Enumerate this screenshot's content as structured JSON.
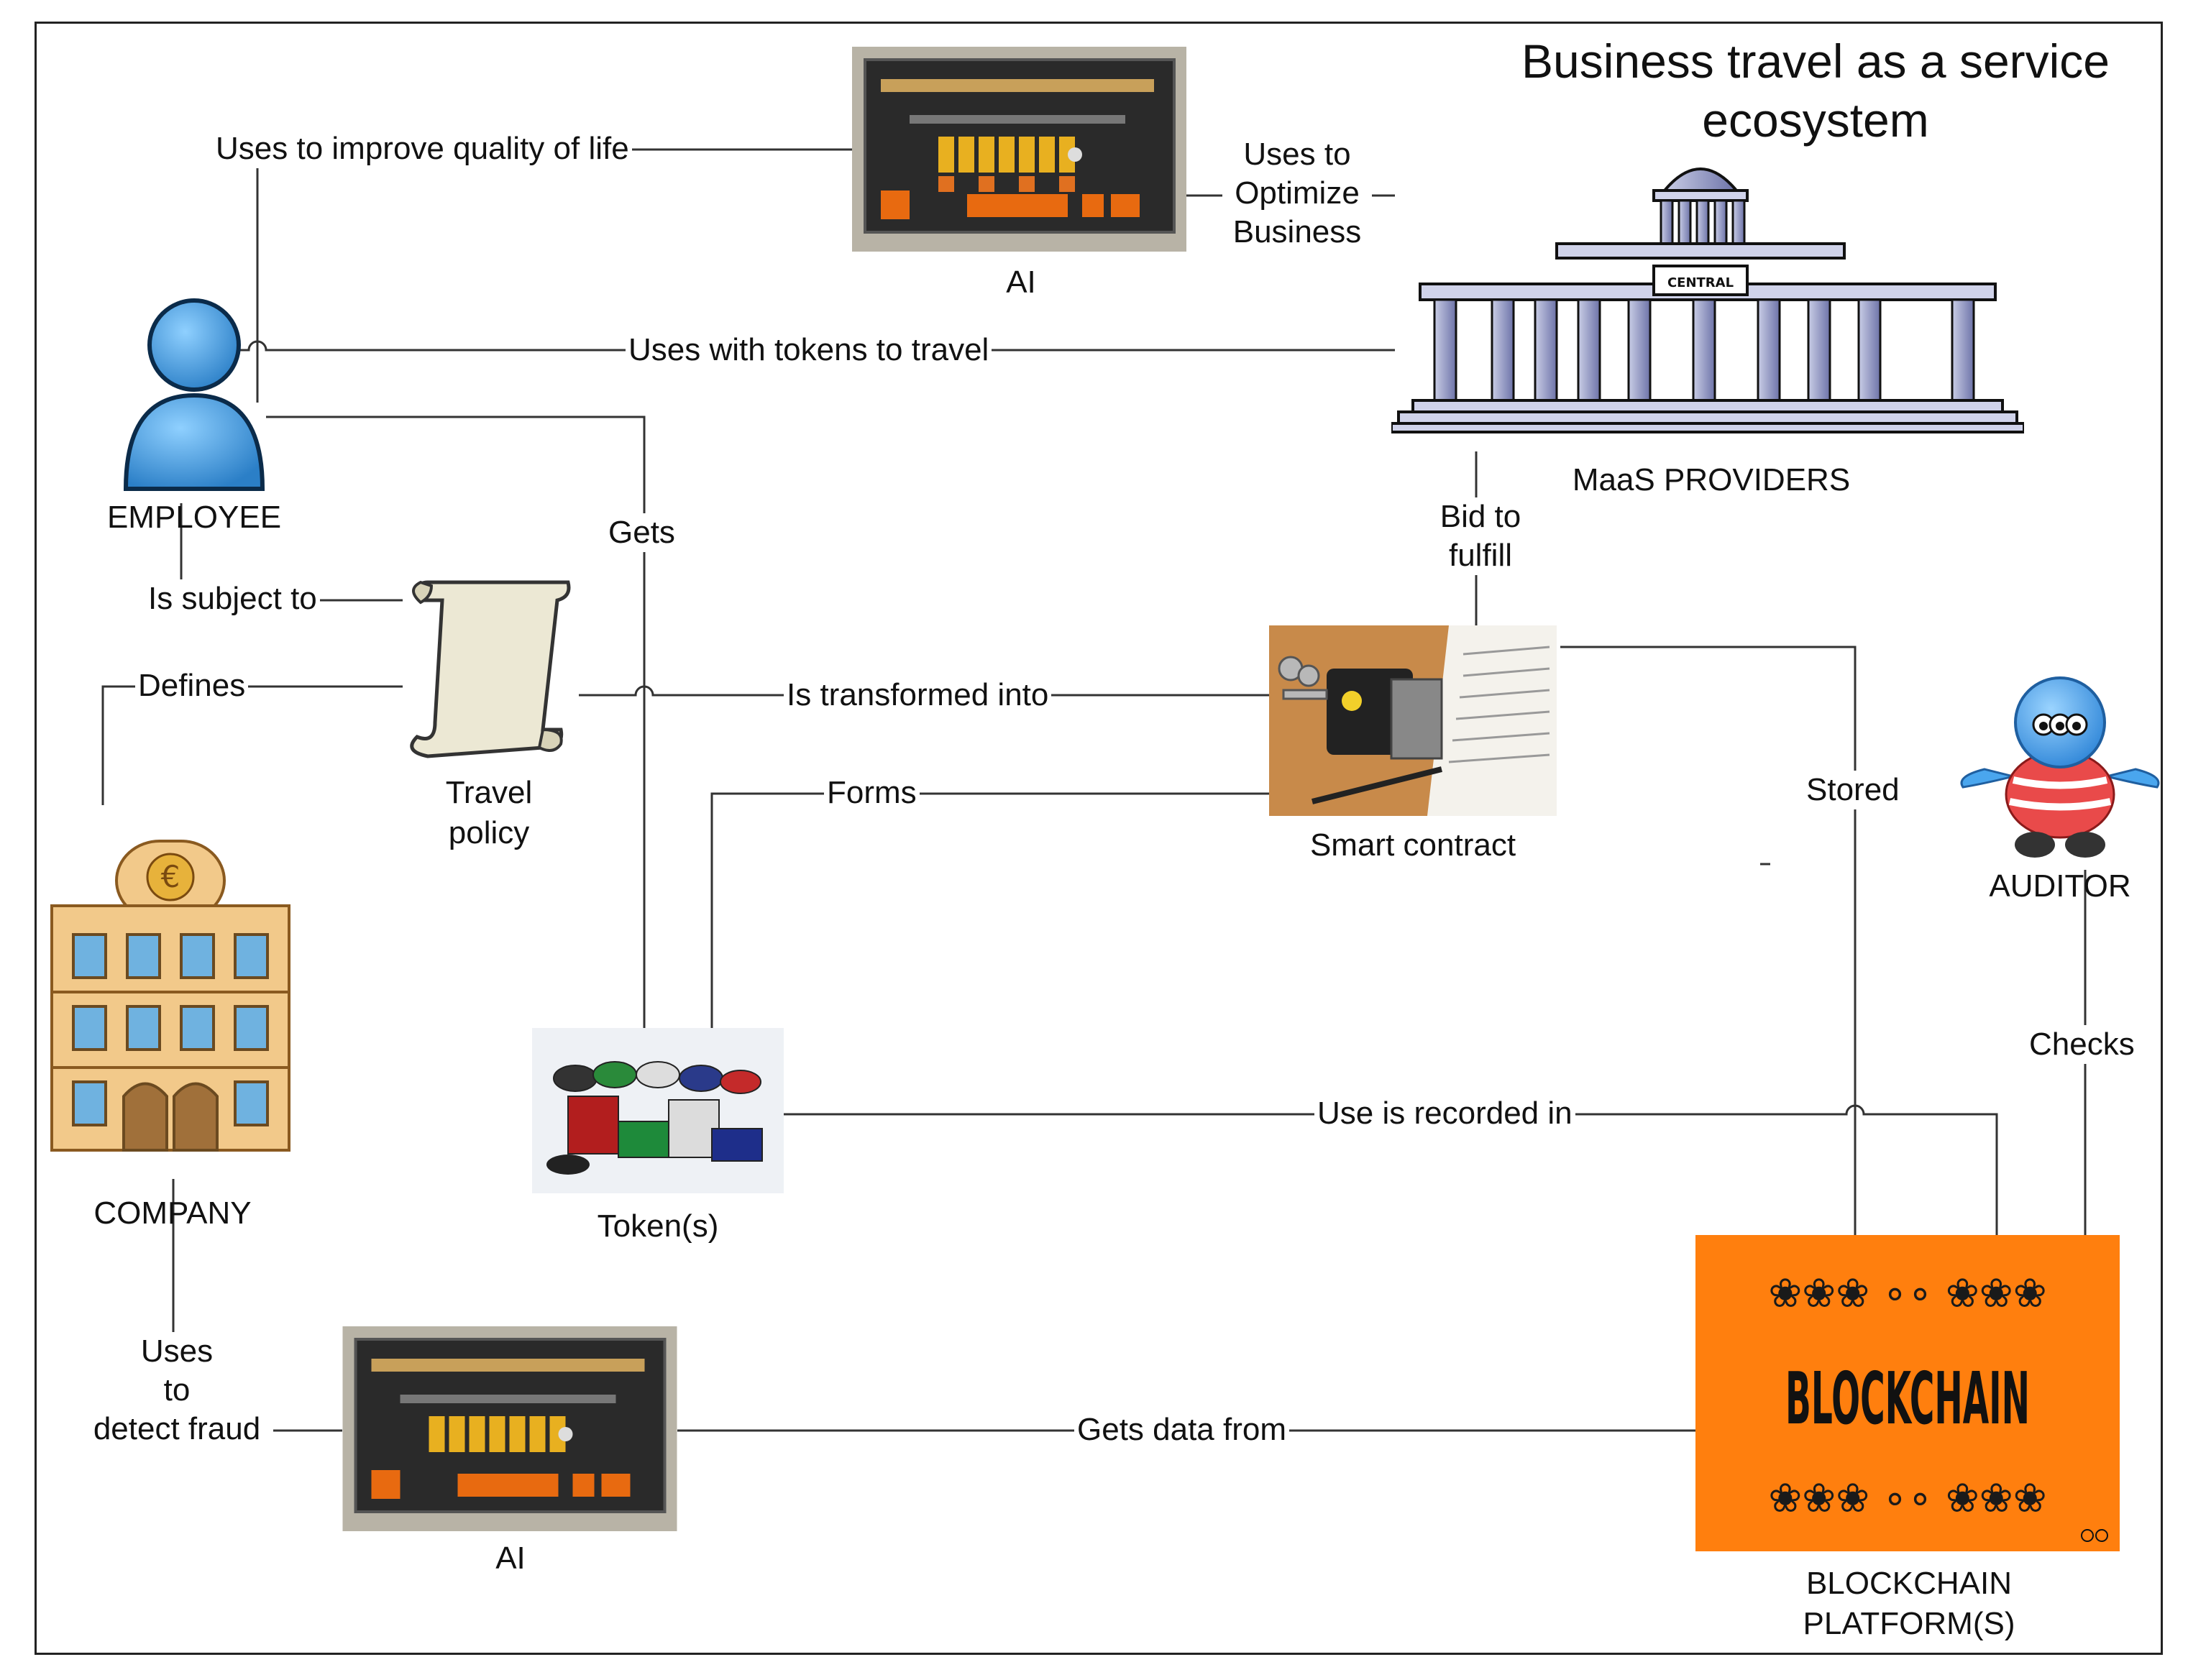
{
  "title": "Business travel as a service ecosystem",
  "nodes": {
    "employee": "EMPLOYEE",
    "company": "COMPANY",
    "travel_policy": [
      "Travel",
      "policy"
    ],
    "ai_top": "AI",
    "ai_bottom": "AI",
    "maas": "MaaS PROVIDERS",
    "maas_sign": "CENTRAL",
    "smart_contract": "Smart contract",
    "tokens": "Token(s)",
    "auditor": "AUDITOR",
    "blockchain": [
      "BLOCKCHAIN",
      "PLATFORM(S)"
    ],
    "blockchain_word": "BLOCKCHAIN"
  },
  "edges": {
    "improve_quality": "Uses to improve quality of life",
    "optimize_business": [
      "Uses to",
      "Optimize",
      "Business"
    ],
    "tokens_travel": "Uses with tokens to travel",
    "gets": "Gets",
    "bid_fulfill": [
      "Bid to",
      "fulfill"
    ],
    "subject_to": "Is subject to",
    "defines": "Defines",
    "transformed": "Is transformed into",
    "forms": "Forms",
    "stored": "Stored",
    "checks": "Checks",
    "recorded": "Use is recorded in",
    "detect_fraud": [
      "Uses",
      "to",
      "detect fraud"
    ],
    "gets_data": "Gets data from"
  },
  "colors": {
    "blockchain_bg": "#ff7f0e",
    "employee_blue": "#3a8fd6",
    "company_tan": "#f2c98a",
    "ai_panel": "#2a2a2a"
  },
  "icons": {
    "employee": "person-icon",
    "company": "building-icon",
    "travel_policy": "scroll-icon",
    "ai": "computer-panel-icon",
    "maas": "temple-building-icon",
    "smart_contract": "padlock-photo-icon",
    "tokens": "poker-chips-icon",
    "auditor": "auditor-character-icon",
    "blockchain": "blockchain-banner-icon"
  }
}
